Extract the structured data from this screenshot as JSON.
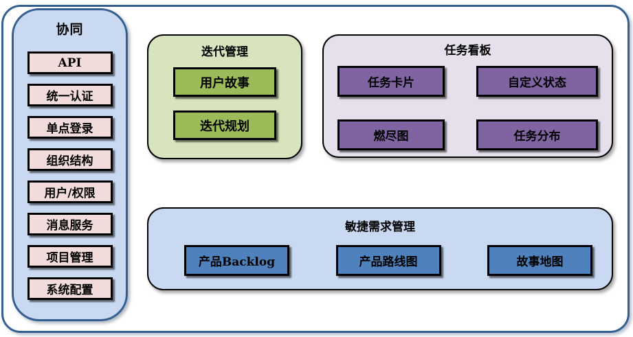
{
  "palette": {
    "outer_border": "#365F91",
    "sidebar_bg": "#C9D9F1",
    "sidebar_border": "#365F91",
    "sidebar_item_bg": "#F2DCDB",
    "iteration_panel_bg": "#D7E4BD",
    "iteration_item_bg": "#9BBB59",
    "taskboard_panel_bg": "#E5E0EC",
    "taskboard_item_bg": "#8064A2",
    "agile_panel_bg": "#C9D9F1",
    "agile_item_bg": "#4F81BD",
    "item_border": "#000000",
    "text_color": "#000000"
  },
  "sidebar": {
    "title": "协同",
    "items": [
      "API",
      "统一认证",
      "单点登录",
      "组织结构",
      "用户/权限",
      "消息服务",
      "项目管理",
      "系统配置"
    ]
  },
  "panels": {
    "iteration": {
      "title": "迭代管理",
      "items": [
        "用户故事",
        "迭代规划"
      ]
    },
    "taskboard": {
      "title": "任务看板",
      "items": [
        "任务卡片",
        "自定义状态",
        "燃尽图",
        "任务分布"
      ]
    },
    "agile": {
      "title": "敏捷需求管理",
      "items": [
        "产品Backlog",
        "产品路线图",
        "故事地图"
      ]
    }
  }
}
